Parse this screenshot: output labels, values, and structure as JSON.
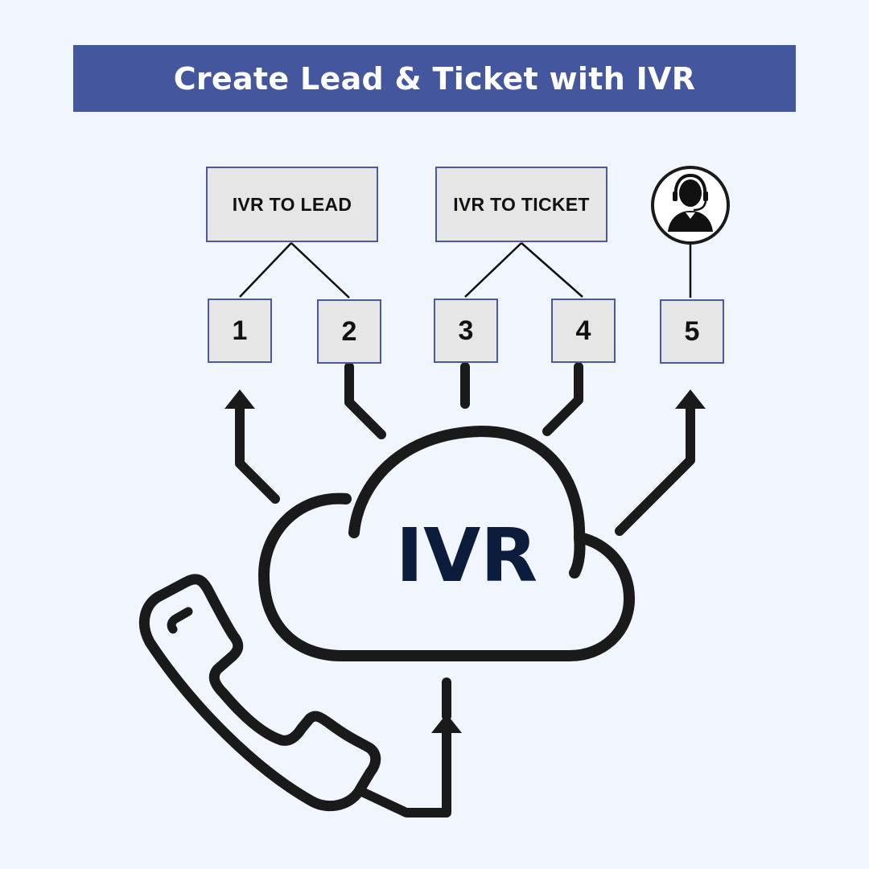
{
  "title": "Create Lead & Ticket with IVR",
  "targets": {
    "lead": "IVR TO LEAD",
    "ticket": "IVR TO TICKET"
  },
  "options": [
    "1",
    "2",
    "3",
    "4",
    "5"
  ],
  "cloud_label": "IVR",
  "icons": [
    "agent-headset-icon",
    "phone-handset-icon",
    "cloud-icon"
  ],
  "colors": {
    "title_bar": "#44569e",
    "box_border": "#4a5a9e",
    "box_fill": "#e6e6e6",
    "line": "#1a1a1a",
    "background": "#f1f5fd"
  }
}
